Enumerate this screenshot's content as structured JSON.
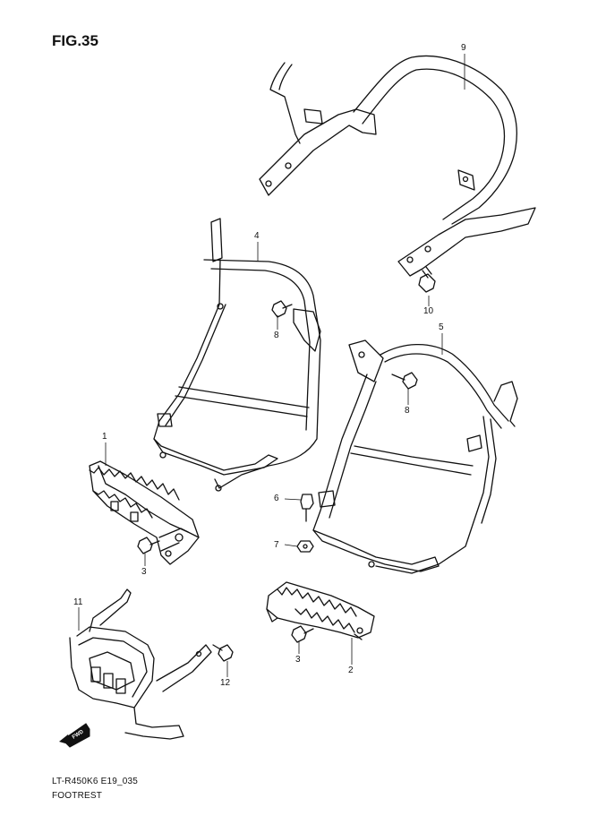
{
  "figure": {
    "title": "FIG.35",
    "code": "LT-R450K6 E19_035",
    "name": "FOOTREST"
  },
  "callouts": [
    {
      "id": "c1",
      "label": "1"
    },
    {
      "id": "c2",
      "label": "2"
    },
    {
      "id": "c3a",
      "label": "3"
    },
    {
      "id": "c3b",
      "label": "3"
    },
    {
      "id": "c4",
      "label": "4"
    },
    {
      "id": "c5",
      "label": "5"
    },
    {
      "id": "c6",
      "label": "6"
    },
    {
      "id": "c7",
      "label": "7"
    },
    {
      "id": "c8a",
      "label": "8"
    },
    {
      "id": "c8b",
      "label": "8"
    },
    {
      "id": "c9",
      "label": "9"
    },
    {
      "id": "c10",
      "label": "10"
    },
    {
      "id": "c11",
      "label": "11"
    },
    {
      "id": "c12",
      "label": "12"
    }
  ],
  "direction_badge": {
    "label": "FWD",
    "icon": "fwd-arrow-icon"
  }
}
